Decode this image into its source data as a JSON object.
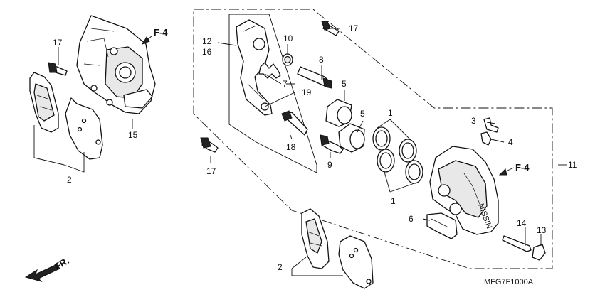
{
  "diagram": {
    "code": "MFG7F1000A",
    "front_marker": "FR.",
    "ref_labels": [
      "F-4",
      "F-4"
    ],
    "callouts": {
      "c1a": "1",
      "c1b": "1",
      "c2a": "2",
      "c2b": "2",
      "c3": "3",
      "c4": "4",
      "c5a": "5",
      "c5b": "5",
      "c6": "6",
      "c7": "7",
      "c8": "8",
      "c9": "9",
      "c10": "10",
      "c11": "11",
      "c12": "12",
      "c13": "13",
      "c14": "14",
      "c15": "15",
      "c16": "16",
      "c17a": "17",
      "c17b": "17",
      "c17c": "17",
      "c18": "18",
      "c19": "19"
    }
  }
}
